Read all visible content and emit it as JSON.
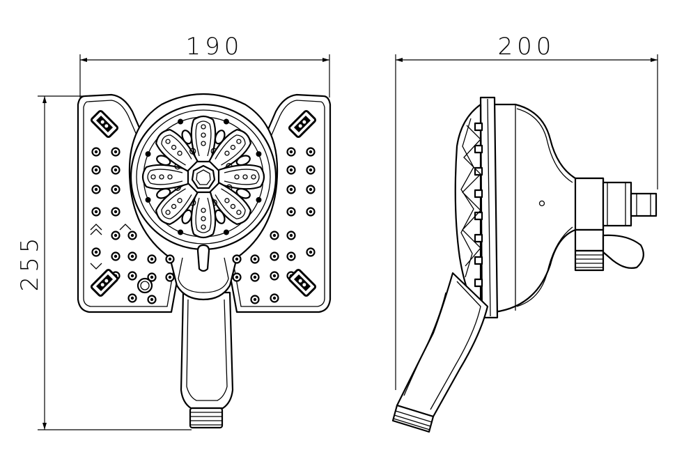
{
  "dimensions": {
    "front_width": "190",
    "side_depth": "200",
    "height": "255"
  },
  "colors": {
    "line": "#000000",
    "background": "#ffffff"
  },
  "views": [
    {
      "name": "front-view",
      "icon": "shower-head-front-icon"
    },
    {
      "name": "side-view",
      "icon": "shower-head-side-icon"
    }
  ]
}
